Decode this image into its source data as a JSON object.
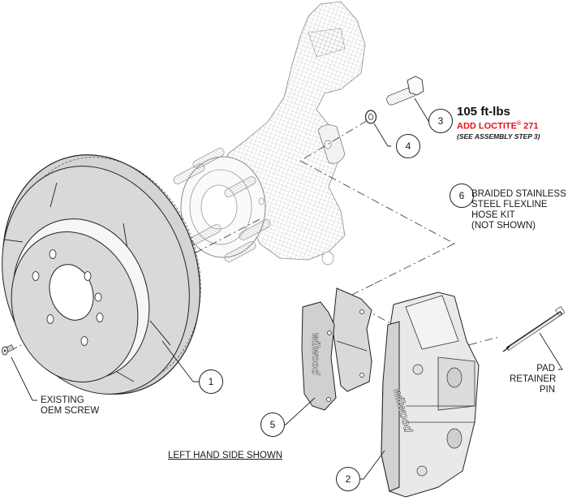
{
  "diagram": {
    "type": "exploded-assembly",
    "view_note": "LEFT HAND SIDE SHOWN",
    "callouts": [
      {
        "number": "1",
        "part": "rotor"
      },
      {
        "number": "2",
        "part": "caliper"
      },
      {
        "number": "3",
        "part": "caliper-mounting-bolt"
      },
      {
        "number": "4",
        "part": "washer"
      },
      {
        "number": "5",
        "part": "brake-pads"
      },
      {
        "number": "6",
        "part": "flexline-hose-kit"
      }
    ],
    "bolt_note": {
      "torque": "105 ft-lbs",
      "loctite": "ADD LOCTITE",
      "loctite_reg": "®",
      "loctite_grade": " 271",
      "see_step": "(SEE ASSEMBLY STEP 3)"
    },
    "hose_note": [
      "BRAIDED STAINLESS",
      "STEEL FLEXLINE",
      "HOSE KIT",
      "(NOT SHOWN)"
    ],
    "pin_note": [
      "PAD",
      "RETAINER",
      "PIN"
    ],
    "screw_note": [
      "EXISTING",
      "OEM SCREW"
    ],
    "brand_mark": "wilwood",
    "colors": {
      "line": "#222222",
      "part_fill": "#d9d9d9",
      "part_fill_light": "#e6e6e6",
      "mesh": "#9a9a9a",
      "warning_red": "#e3131b"
    }
  }
}
